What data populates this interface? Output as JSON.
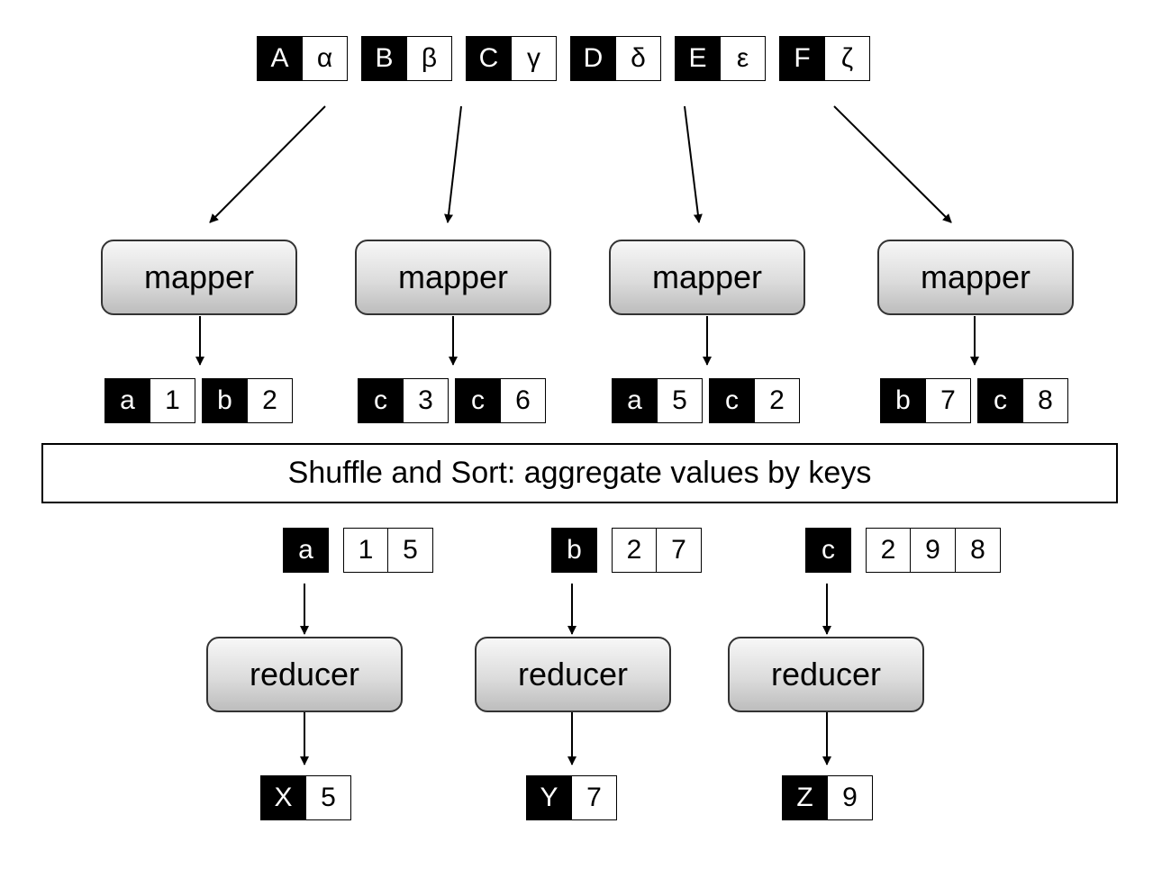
{
  "inputs": [
    {
      "key": "A",
      "value": "α"
    },
    {
      "key": "B",
      "value": "β"
    },
    {
      "key": "C",
      "value": "γ"
    },
    {
      "key": "D",
      "value": "δ"
    },
    {
      "key": "E",
      "value": "ε"
    },
    {
      "key": "F",
      "value": "ζ"
    }
  ],
  "mapper_label": "mapper",
  "mapper_outputs": [
    [
      {
        "key": "a",
        "value": "1"
      },
      {
        "key": "b",
        "value": "2"
      }
    ],
    [
      {
        "key": "c",
        "value": "3"
      },
      {
        "key": "c",
        "value": "6"
      }
    ],
    [
      {
        "key": "a",
        "value": "5"
      },
      {
        "key": "c",
        "value": "2"
      }
    ],
    [
      {
        "key": "b",
        "value": "7"
      },
      {
        "key": "c",
        "value": "8"
      }
    ]
  ],
  "shuffle_label": "Shuffle and Sort: aggregate values by keys",
  "groups": [
    {
      "key": "a",
      "values": [
        "1",
        "5"
      ]
    },
    {
      "key": "b",
      "values": [
        "2",
        "7"
      ]
    },
    {
      "key": "c",
      "values": [
        "2",
        "9",
        "8"
      ]
    }
  ],
  "reducer_label": "reducer",
  "outputs": [
    {
      "key": "X",
      "value": "5"
    },
    {
      "key": "Y",
      "value": "7"
    },
    {
      "key": "Z",
      "value": "9"
    }
  ]
}
